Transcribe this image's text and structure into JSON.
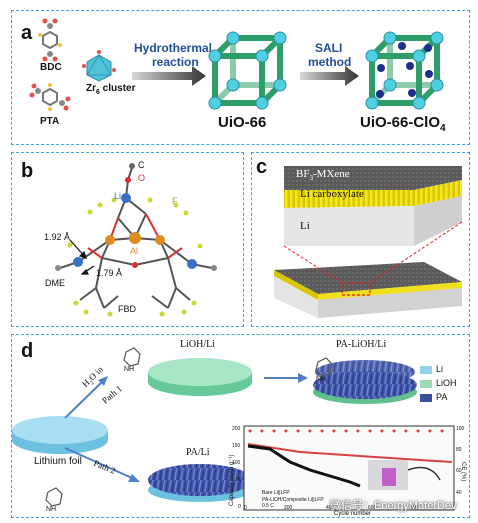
{
  "panel_a": {
    "label": "a",
    "bdc": "BDC",
    "pta": "PTA",
    "zr_cluster": "Zr",
    "zr_sub": "6",
    "zr_cluster_suffix": " cluster",
    "step1_line1": "Hydrothermal",
    "step1_line2": "reaction",
    "step2_line1": "SALI",
    "step2_line2": "method",
    "product1": "UiO-66",
    "product2": "UiO-66-ClO",
    "product2_sub": "4"
  },
  "panel_b": {
    "label": "b",
    "atom_c": "C",
    "atom_o": "O",
    "atom_li": "Li",
    "atom_f": "F",
    "atom_al": "Al",
    "dist1": "1.92 Å",
    "dist2": "1.79 Å",
    "dme": "DME",
    "fbd": "FBD"
  },
  "panel_c": {
    "label": "c",
    "layer_top": "BF",
    "layer_top_sub": "3",
    "layer_top_suffix": "-MXene",
    "layer_mid": "Li carboxylate",
    "layer_bottom": "Li"
  },
  "panel_d": {
    "label": "d",
    "lioh_li": "LiOH/Li",
    "pa_lioh_li": "PA-LiOH/Li",
    "pa_li": "PA/Li",
    "lithium_foil": "Lithium foil",
    "h2o_in_nh": "H",
    "h2o_sub": "2",
    "h2o_suffix": "O in",
    "nh": "NH",
    "path1": "Path 1",
    "path2": "Path 2",
    "legend": [
      "Li",
      "LiOH",
      "PA"
    ],
    "legend_colors": [
      "#8fd0ea",
      "#9fd9b8",
      "#3a4f9a"
    ],
    "graph_ylabel_left": "Capacity (mAh g⁻¹)",
    "graph_ylabel_right": "CE (%)",
    "graph_xlabel": "Cycle number",
    "graph_legend": [
      "Bare Li||LFP",
      "PA-LiOH/Composite Li||LFP"
    ],
    "graph_rate": "0.5 C",
    "left_ticks": [
      "200",
      "150",
      "100",
      "50",
      "0"
    ],
    "right_ticks": [
      "100",
      "80",
      "60",
      "40"
    ],
    "x_ticks": [
      "0",
      "200",
      "400",
      "600",
      "800"
    ],
    "watermark": "微信号：EnergyMaterDev"
  }
}
